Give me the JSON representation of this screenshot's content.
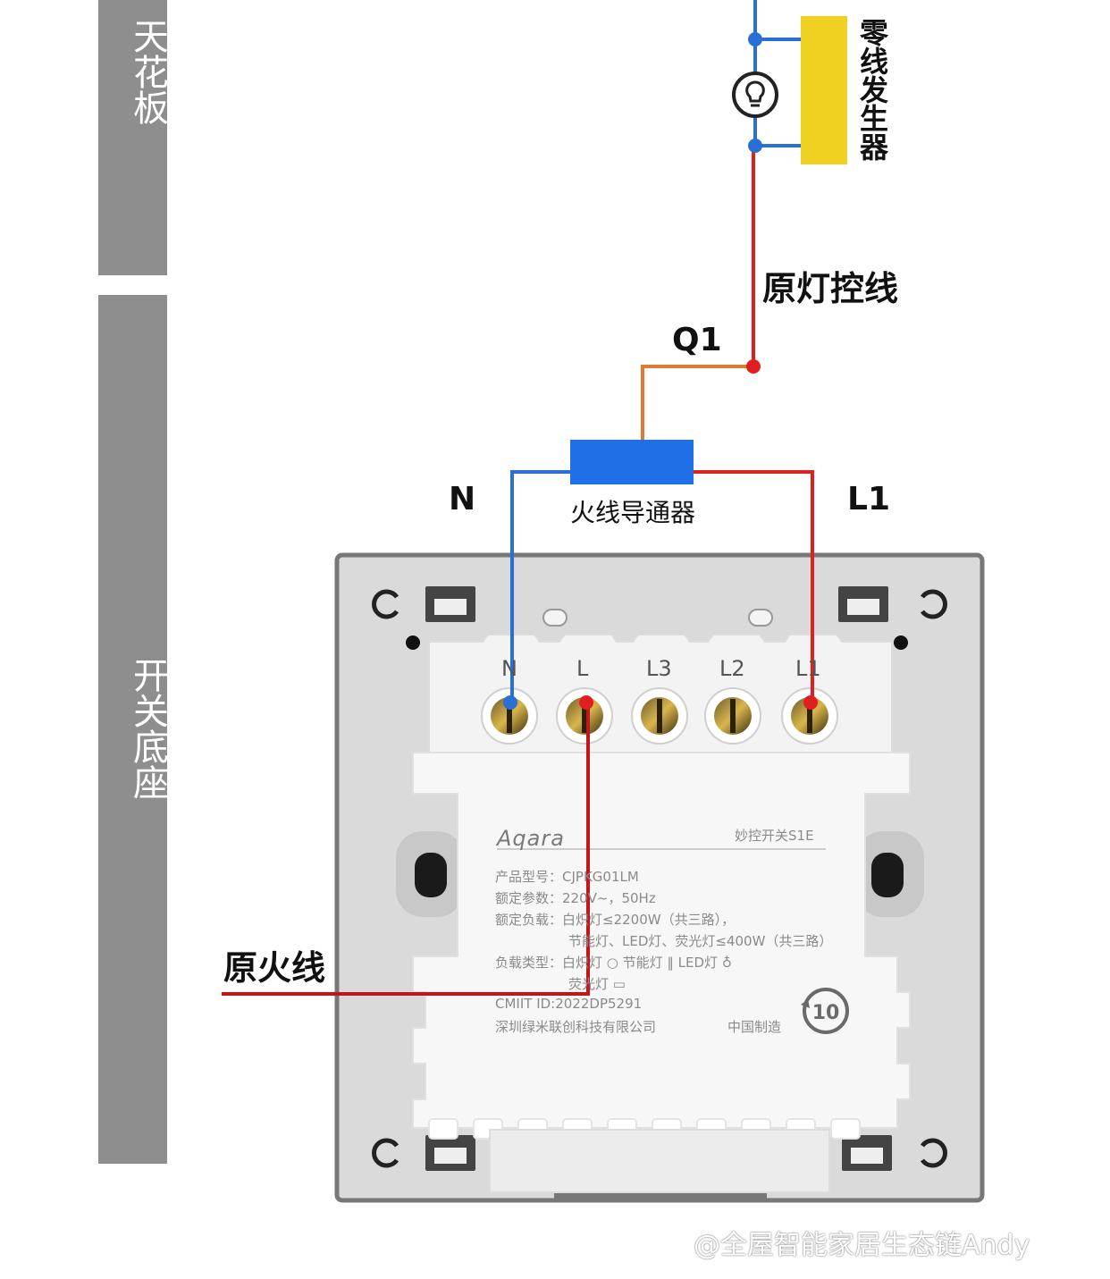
{
  "left_bar": {
    "ceiling_label": "天花板",
    "box_label": "开关底座"
  },
  "wiring": {
    "neutral_generator_label": "零线发生器",
    "original_control_wire_label": "原灯控线",
    "q1_label": "Q1",
    "live_conductor_label": "火线导通器",
    "n_label": "N",
    "l1_label": "L1",
    "original_live_wire_label": "原火线",
    "colors": {
      "live": "#e02020",
      "neutral": "#2a6fd6",
      "q1": "#e07a30",
      "conductor": "#1f6fe6",
      "neutral_generator": "#f0d020"
    },
    "lamp_icon": "lightbulb-icon"
  },
  "switch_plate": {
    "terminals": [
      "N",
      "L",
      "L3",
      "L2",
      "L1"
    ],
    "brand": "Aqara",
    "product_name": "妙控开关S1E",
    "spec_lines": [
      "产品型号：CJPKG01LM",
      "额定参数：220V~，50Hz",
      "额定负载：白炽灯≤2200W（共三路），",
      "节能灯、LED灯、荧光灯≤400W（共三路）",
      "负载类型：白炽灯 ○ 节能灯 ‖ LED灯 ♁",
      "荧光灯 ▭",
      "CMIIT ID:2022DP5291",
      "深圳绿米联创科技有限公司"
    ],
    "made_in": "中国制造",
    "eco_badge": "10"
  },
  "watermark": "@全屋智能家居生态链Andy"
}
